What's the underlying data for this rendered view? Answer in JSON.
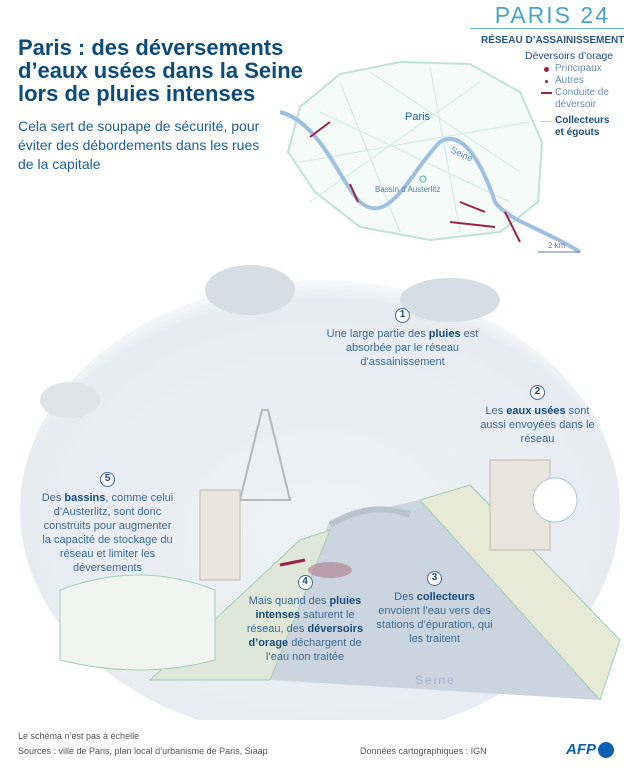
{
  "brand": {
    "logo": "PARIS 24"
  },
  "header": {
    "title": "Paris : des déversements d’eaux usées dans la Seine lors de pluies intenses",
    "subtitle": "Cela sert de soupape de sécurité, pour éviter des débordements dans les rues de la capitale"
  },
  "legend": {
    "heading": "RÉSEAU D’ASSAINISSEMENT",
    "group": "Déversoirs d’orage",
    "items": [
      "Principaux",
      "Autres",
      "Conduite de déversoir",
      "Collecteurs et égouts"
    ],
    "colors": {
      "overflow": "#9b2246",
      "sewer": "#a8d8c8"
    }
  },
  "map": {
    "city": "Paris",
    "river": "Seine",
    "basin": "Bassin d’Austerlitz",
    "scale": "2 km"
  },
  "callouts": [
    {
      "n": "1",
      "pre": "Une large partie des ",
      "bold": "pluies",
      "post": " est absorbée par le réseau d’assainissement"
    },
    {
      "n": "2",
      "pre": "Les ",
      "bold": "eaux usées",
      "post": " sont aussi envoyées dans le réseau"
    },
    {
      "n": "3",
      "pre": "Des ",
      "bold": "collecteurs",
      "post": " envoient l’eau vers des stations d’épuration, qui les traitent"
    },
    {
      "n": "4",
      "pre": "Mais quand des ",
      "bold": "pluies intenses",
      "mid": " saturent le réseau, des ",
      "bold2": "déversoirs d’orage",
      "post": " déchargent de l’eau non traitée"
    },
    {
      "n": "5",
      "pre": "Des ",
      "bold": "bassins",
      "post": ", comme celui d’Austerlitz, sont donc construits pour augmenter la capacité de stockage du réseau et limiter les déversements"
    }
  ],
  "illustration": {
    "river_label": "Seine"
  },
  "footer": {
    "note": "Le schéma n’est pas à échelle",
    "sources": "Sources : ville de Paris, plan local d’urbanisme de Paris, Siaap",
    "cartography": "Données cartographiques : IGN",
    "agency": "AFP"
  }
}
